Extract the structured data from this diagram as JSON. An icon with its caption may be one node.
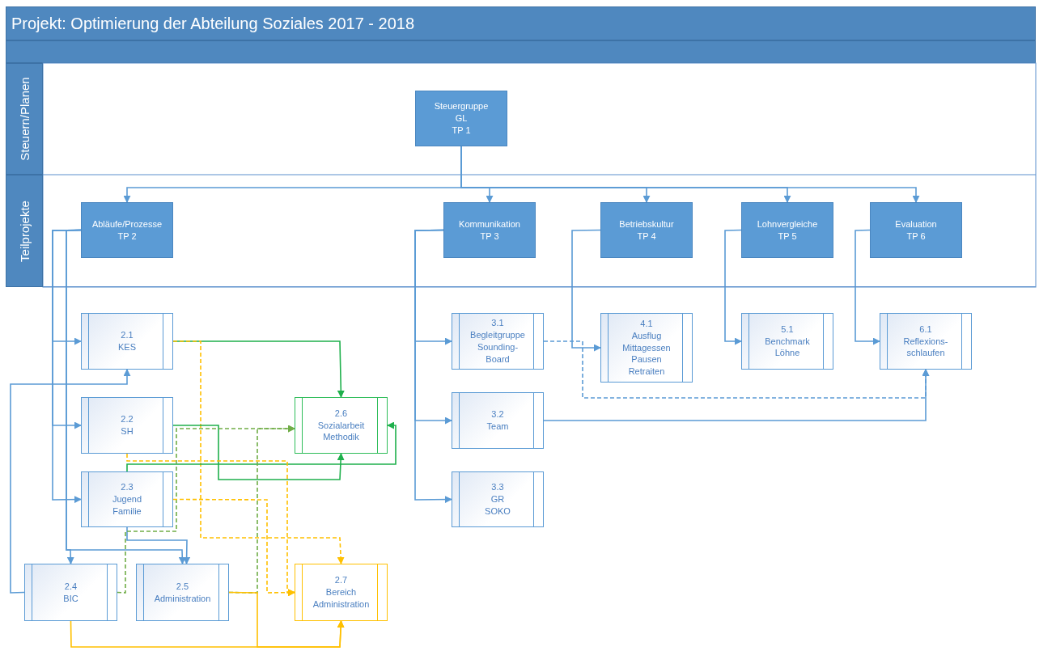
{
  "diagram": {
    "title": "Projekt: Optimierung der Abteilung Soziales 2017 - 2018",
    "nodes": [
      {
        "text": [
          "Steuergruppe",
          "GL",
          "TP 1"
        ]
      },
      {
        "text": [
          "Abläufe/Prozesse",
          "TP 2"
        ]
      },
      {
        "text": [
          "Kommunikation",
          "TP 3"
        ]
      },
      {
        "text": [
          "Betriebskultur",
          "TP 4"
        ]
      },
      {
        "text": [
          "Lohnvergleiche",
          "TP 5"
        ]
      },
      {
        "text": [
          "Evaluation",
          "TP 6"
        ]
      },
      {
        "text": [
          "2.1",
          "KES"
        ]
      },
      {
        "text": [
          "2.2",
          "SH"
        ]
      },
      {
        "text": [
          "2.3",
          "Jugend Familie"
        ]
      },
      {
        "text": [
          "2.4",
          "BIC"
        ]
      },
      {
        "text": [
          "2.5",
          "Administration"
        ]
      },
      {
        "text": [
          "2.6",
          "Sozialarbeit Methodik"
        ]
      },
      {
        "text": [
          "2.7",
          "Bereich Administration"
        ]
      },
      {
        "text": [
          "3.1",
          "Begleitgruppe Sounding-Board"
        ]
      },
      {
        "text": [
          "3.2",
          "Team"
        ]
      },
      {
        "text": [
          "3.3",
          "GR SOKO"
        ]
      },
      {
        "text": [
          "4.1",
          "Ausflug Mittagessen Pausen Retraiten"
        ]
      },
      {
        "text": [
          "5.1",
          "Benchmark Löhne"
        ]
      },
      {
        "text": [
          "6.1",
          "Reflexions-schlaufen"
        ]
      }
    ],
    "edges": [
      {
        "from": 0,
        "to": 1,
        "arrow": "to"
      },
      {
        "from": 0,
        "to": 2,
        "arrow": "to"
      },
      {
        "from": 0,
        "to": 3,
        "arrow": "to"
      },
      {
        "from": 0,
        "to": 4,
        "arrow": "to"
      },
      {
        "from": 0,
        "to": 5,
        "arrow": "to"
      },
      {
        "from": 1,
        "to": 6,
        "arrow": "to"
      },
      {
        "from": 1,
        "to": 7,
        "arrow": "to"
      },
      {
        "from": 1,
        "to": 8,
        "arrow": "to"
      },
      {
        "from": 1,
        "to": 9,
        "arrow": "to"
      },
      {
        "from": 1,
        "to": 10,
        "arrow": "to"
      },
      {
        "from": 8,
        "to": 10,
        "arrow": "to"
      },
      {
        "from": 9,
        "to": 6,
        "arrow": "to"
      },
      {
        "from": 6,
        "to": 11,
        "arrow": "to",
        "color": "#1fb04c"
      },
      {
        "from": 6,
        "to": 12,
        "arrow": "to",
        "style": "dashed",
        "color": "#ffc000"
      },
      {
        "from": 7,
        "to": 11,
        "arrow": "to",
        "color": "#1fb04c"
      },
      {
        "from": 8,
        "to": 11,
        "arrow": "to",
        "color": "#1fb04c"
      },
      {
        "from": 9,
        "to": 11,
        "arrow": "to",
        "style": "dashed",
        "color": "#70ad47"
      },
      {
        "from": 10,
        "to": 11,
        "arrow": "to",
        "style": "dashed",
        "color": "#70ad47"
      },
      {
        "from": 7,
        "to": 12,
        "arrow": "to",
        "style": "dashed",
        "color": "#ffc000"
      },
      {
        "from": 8,
        "to": 12,
        "arrow": "to",
        "style": "dashed",
        "color": "#ffc000"
      },
      {
        "from": 9,
        "to": 12,
        "arrow": "to",
        "color": "#ffc000"
      },
      {
        "from": 10,
        "to": 12,
        "arrow": "to",
        "color": "#ffc000"
      },
      {
        "from": 2,
        "to": 13,
        "arrow": "to"
      },
      {
        "from": 2,
        "to": 14,
        "arrow": "to"
      },
      {
        "from": 2,
        "to": 15,
        "arrow": "to"
      },
      {
        "from": 3,
        "to": 16,
        "arrow": "to"
      },
      {
        "from": 4,
        "to": 17,
        "arrow": "to"
      },
      {
        "from": 5,
        "to": 18,
        "arrow": "to"
      },
      {
        "from": 13,
        "to": 18,
        "arrow": "to",
        "style": "dashed"
      },
      {
        "from": 14,
        "to": 18,
        "arrow": "to"
      }
    ],
    "labels": [
      "Steuern/Planen",
      "Teilprojekte"
    ]
  }
}
